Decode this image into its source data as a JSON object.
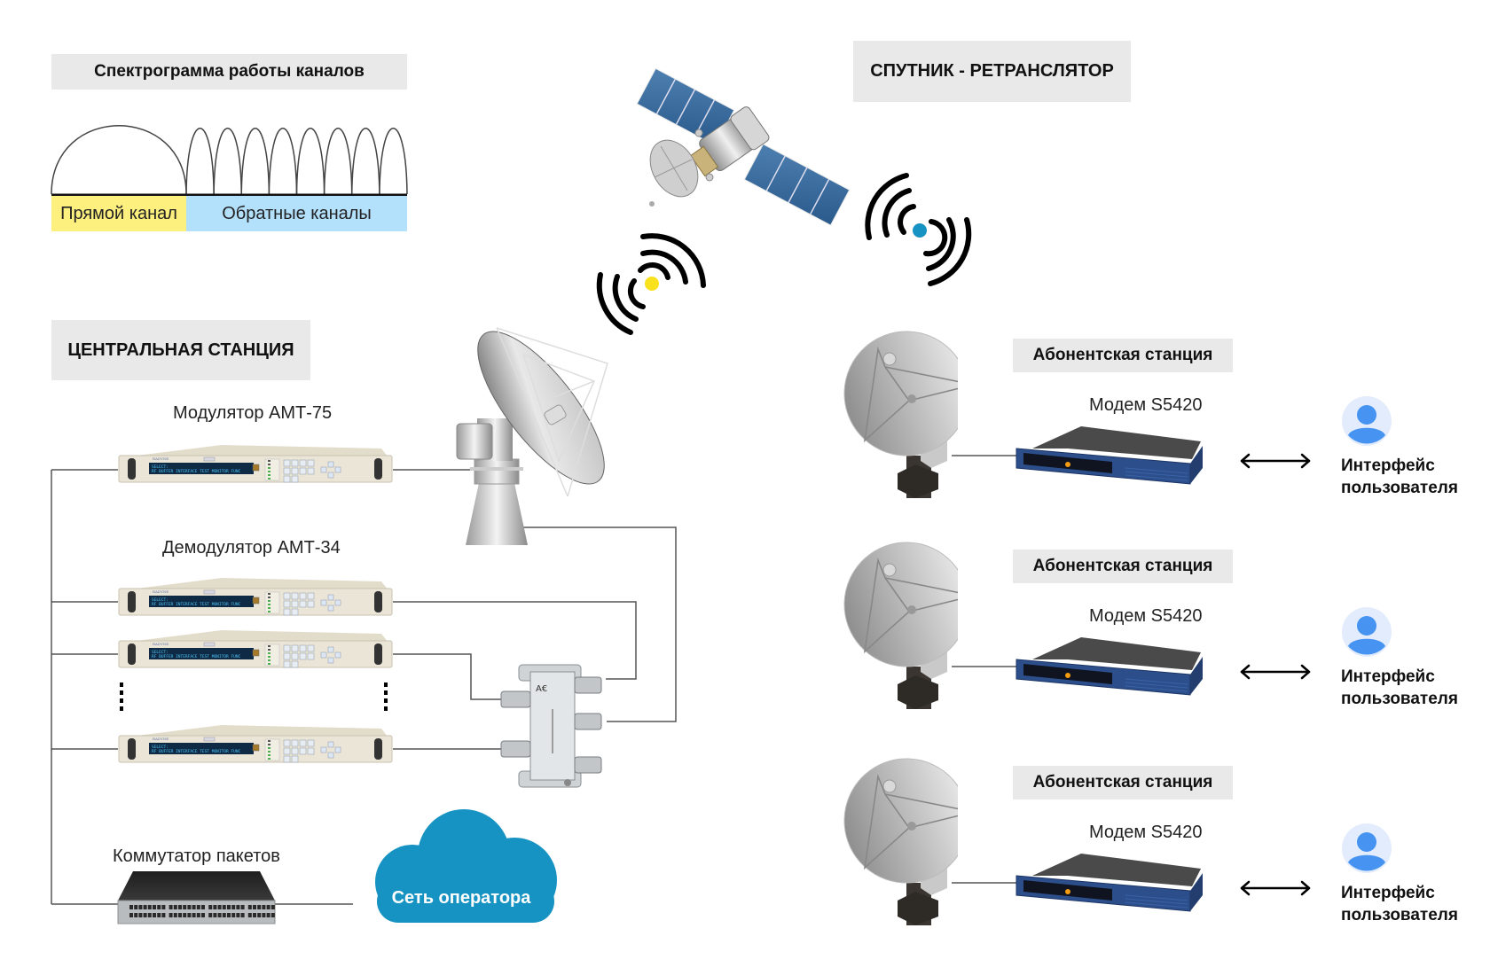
{
  "spectrum": {
    "title": "Спектрограмма работы каналов",
    "forward_label": "Прямой канал",
    "return_label": "Обратные каналы",
    "forward_channels": 1,
    "return_channels": 8,
    "colors": {
      "forward": "#fdf07f",
      "return": "#b3e1fc"
    }
  },
  "satellite": {
    "title": "СПУТНИК - РЕТРАНСЛЯТОР",
    "uplink_dot_color": "#f9e21d",
    "downlink_dot_color": "#1693c2"
  },
  "central_station": {
    "title": "ЦЕНТРАЛЬНАЯ СТАНЦИЯ",
    "modulator_label": "Модулятор АМТ-75",
    "demodulator_label": "Демодулятор АМТ-34",
    "switch_label": "Коммутатор пакетов",
    "device_display_line1": "SELECT:",
    "device_display_line2": "RF BUFFER INTERFACE TEST MONITOR FUNC",
    "device_brand": "RADYNE",
    "demodulator_count_shown": 3,
    "keypad": [
      "1",
      "2",
      "3",
      "4",
      "5",
      "6",
      "7",
      "8",
      "9",
      "0"
    ]
  },
  "operator_network": {
    "label": "Сеть оператора",
    "color": "#1693c2"
  },
  "subscriber_stations": [
    {
      "title": "Абонентская станция",
      "modem_label": "Модем S5420",
      "user_label_line1": "Интерфейс",
      "user_label_line2": "пользователя"
    },
    {
      "title": "Абонентская станция",
      "modem_label": "Модем S5420",
      "user_label_line1": "Интерфейс",
      "user_label_line2": "пользователя"
    },
    {
      "title": "Абонентская станция",
      "modem_label": "Модем S5420",
      "user_label_line1": "Интерфейс",
      "user_label_line2": "пользователя"
    }
  ]
}
